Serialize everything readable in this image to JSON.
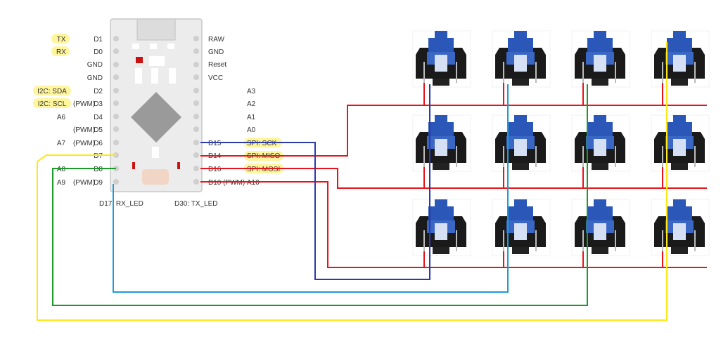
{
  "board": {
    "left_labels": [
      {
        "tag": "TX",
        "func": "",
        "pin": "D1"
      },
      {
        "tag": "RX",
        "func": "",
        "pin": "D0"
      },
      {
        "tag": "",
        "func": "",
        "pin": "GND"
      },
      {
        "tag": "",
        "func": "",
        "pin": "GND"
      },
      {
        "tag": "I2C: SDA",
        "func": "",
        "pin": "D2"
      },
      {
        "tag": "I2C: SCL",
        "func": "(PWM)",
        "pin": "D3"
      },
      {
        "tag": "A6",
        "func": "",
        "pin": "D4"
      },
      {
        "tag": "",
        "func": "(PWM)",
        "pin": "D5"
      },
      {
        "tag": "A7",
        "func": "(PWM)",
        "pin": "D6"
      },
      {
        "tag": "",
        "func": "",
        "pin": "D7"
      },
      {
        "tag": "A8",
        "func": "",
        "pin": "D8"
      },
      {
        "tag": "A9",
        "func": "(PWM)",
        "pin": "D9"
      }
    ],
    "right_labels": [
      {
        "pin": "RAW",
        "func": ""
      },
      {
        "pin": "GND",
        "func": ""
      },
      {
        "pin": "Reset",
        "func": ""
      },
      {
        "pin": "VCC",
        "func": ""
      },
      {
        "pin": "",
        "func": "A3"
      },
      {
        "pin": "",
        "func": "A2"
      },
      {
        "pin": "",
        "func": "A1"
      },
      {
        "pin": "",
        "func": "A0"
      },
      {
        "pin": "D15",
        "func": "SPI: SCK"
      },
      {
        "pin": "D14",
        "func": "SPI: MISO"
      },
      {
        "pin": "D16",
        "func": "SPI: MOSI"
      },
      {
        "pin": "D10 (PWM)",
        "func": "A10"
      }
    ],
    "bottom_left": "D17: RX_LED",
    "bottom_right": "D30: TX_LED"
  },
  "matrix": {
    "rows": 3,
    "cols": 4
  },
  "colors": {
    "row_wire": "#e8141b",
    "col1_wire": "#2b3aaa",
    "col2_wire": "#1e9ad6",
    "col3_wire": "#1c9a2c",
    "col4_wire": "#ffe814",
    "highlight": "#fff59d",
    "switch_stem": "#2a57b8",
    "switch_body": "#1a1a1a"
  }
}
